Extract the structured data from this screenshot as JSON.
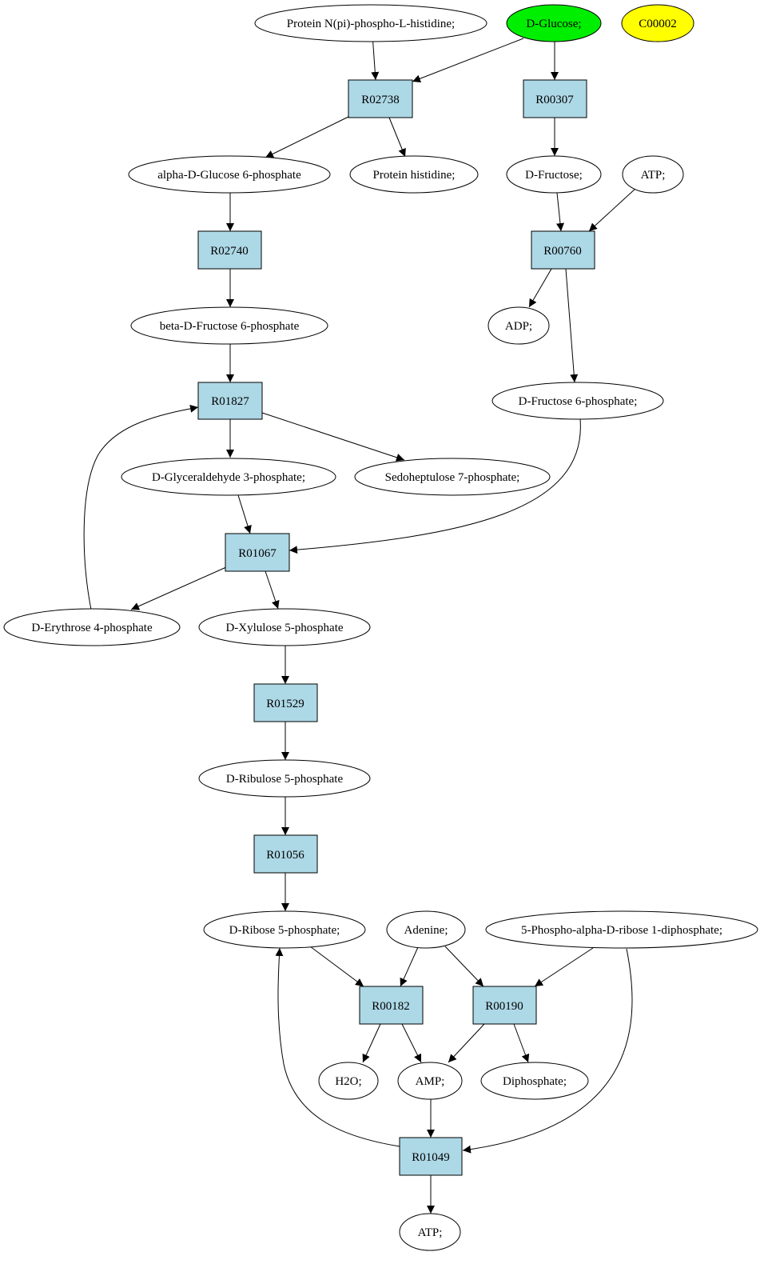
{
  "colors": {
    "reaction_fill": "#add8e6",
    "compound_fill": "#ffffff",
    "start_fill": "#00ee00",
    "highlight_fill": "#ffff00",
    "stroke": "#000000"
  },
  "diagram": {
    "compounds": [
      {
        "id": "c_protein_nphospho",
        "label": "Protein N(pi)-phospho-L-histidine;",
        "style": "default"
      },
      {
        "id": "c_dglucose",
        "label": "D-Glucose;",
        "style": "start"
      },
      {
        "id": "c_c00002",
        "label": "C00002",
        "style": "highlight"
      },
      {
        "id": "c_alpha_g6p",
        "label": "alpha-D-Glucose 6-phosphate",
        "style": "default"
      },
      {
        "id": "c_protein_histidine",
        "label": "Protein histidine;",
        "style": "default"
      },
      {
        "id": "c_dfructose",
        "label": "D-Fructose;",
        "style": "default"
      },
      {
        "id": "c_atp_top",
        "label": "ATP;",
        "style": "default"
      },
      {
        "id": "c_beta_f6p",
        "label": "beta-D-Fructose 6-phosphate",
        "style": "default"
      },
      {
        "id": "c_adp",
        "label": "ADP;",
        "style": "default"
      },
      {
        "id": "c_f6p",
        "label": "D-Fructose 6-phosphate;",
        "style": "default"
      },
      {
        "id": "c_g3p",
        "label": "D-Glyceraldehyde 3-phosphate;",
        "style": "default"
      },
      {
        "id": "c_s7p",
        "label": "Sedoheptulose 7-phosphate;",
        "style": "default"
      },
      {
        "id": "c_e4p",
        "label": "D-Erythrose 4-phosphate",
        "style": "default"
      },
      {
        "id": "c_x5p",
        "label": "D-Xylulose 5-phosphate",
        "style": "default"
      },
      {
        "id": "c_ru5p",
        "label": "D-Ribulose 5-phosphate",
        "style": "default"
      },
      {
        "id": "c_r5p",
        "label": "D-Ribose 5-phosphate;",
        "style": "default"
      },
      {
        "id": "c_adenine",
        "label": "Adenine;",
        "style": "default"
      },
      {
        "id": "c_prpp",
        "label": "5-Phospho-alpha-D-ribose 1-diphosphate;",
        "style": "default"
      },
      {
        "id": "c_h2o",
        "label": "H2O;",
        "style": "default"
      },
      {
        "id": "c_amp",
        "label": "AMP;",
        "style": "default"
      },
      {
        "id": "c_diphosphate",
        "label": "Diphosphate;",
        "style": "default"
      },
      {
        "id": "c_atp_bottom",
        "label": "ATP;",
        "style": "default"
      }
    ],
    "reactions": [
      {
        "id": "r_R02738",
        "label": "R02738"
      },
      {
        "id": "r_R00307",
        "label": "R00307"
      },
      {
        "id": "r_R02740",
        "label": "R02740"
      },
      {
        "id": "r_R00760",
        "label": "R00760"
      },
      {
        "id": "r_R01827",
        "label": "R01827"
      },
      {
        "id": "r_R01067",
        "label": "R01067"
      },
      {
        "id": "r_R01529",
        "label": "R01529"
      },
      {
        "id": "r_R01056",
        "label": "R01056"
      },
      {
        "id": "r_R00182",
        "label": "R00182"
      },
      {
        "id": "r_R00190",
        "label": "R00190"
      },
      {
        "id": "r_R01049",
        "label": "R01049"
      }
    ],
    "edges": [
      {
        "from": "c_protein_nphospho",
        "to": "r_R02738"
      },
      {
        "from": "c_dglucose",
        "to": "r_R02738"
      },
      {
        "from": "c_dglucose",
        "to": "r_R00307"
      },
      {
        "from": "r_R02738",
        "to": "c_alpha_g6p"
      },
      {
        "from": "r_R02738",
        "to": "c_protein_histidine"
      },
      {
        "from": "r_R00307",
        "to": "c_dfructose"
      },
      {
        "from": "c_dfructose",
        "to": "r_R00760"
      },
      {
        "from": "c_atp_top",
        "to": "r_R00760"
      },
      {
        "from": "c_alpha_g6p",
        "to": "r_R02740"
      },
      {
        "from": "r_R02740",
        "to": "c_beta_f6p"
      },
      {
        "from": "r_R00760",
        "to": "c_adp"
      },
      {
        "from": "r_R00760",
        "to": "c_f6p"
      },
      {
        "from": "c_beta_f6p",
        "to": "r_R01827"
      },
      {
        "from": "r_R01827",
        "to": "c_g3p"
      },
      {
        "from": "r_R01827",
        "to": "c_s7p"
      },
      {
        "from": "c_g3p",
        "to": "r_R01067"
      },
      {
        "from": "c_f6p",
        "to": "r_R01067"
      },
      {
        "from": "r_R01067",
        "to": "c_e4p"
      },
      {
        "from": "r_R01067",
        "to": "c_x5p"
      },
      {
        "from": "c_e4p",
        "to": "r_R01827"
      },
      {
        "from": "c_x5p",
        "to": "r_R01529"
      },
      {
        "from": "r_R01529",
        "to": "c_ru5p"
      },
      {
        "from": "c_ru5p",
        "to": "r_R01056"
      },
      {
        "from": "r_R01056",
        "to": "c_r5p"
      },
      {
        "from": "c_r5p",
        "to": "r_R00182"
      },
      {
        "from": "c_adenine",
        "to": "r_R00182"
      },
      {
        "from": "c_adenine",
        "to": "r_R00190"
      },
      {
        "from": "c_prpp",
        "to": "r_R00190"
      },
      {
        "from": "r_R00182",
        "to": "c_h2o"
      },
      {
        "from": "r_R00182",
        "to": "c_amp"
      },
      {
        "from": "r_R00190",
        "to": "c_amp"
      },
      {
        "from": "r_R00190",
        "to": "c_diphosphate"
      },
      {
        "from": "c_amp",
        "to": "r_R01049"
      },
      {
        "from": "c_prpp",
        "to": "r_R01049"
      },
      {
        "from": "r_R01049",
        "to": "c_r5p"
      },
      {
        "from": "r_R01049",
        "to": "c_atp_bottom"
      }
    ]
  }
}
